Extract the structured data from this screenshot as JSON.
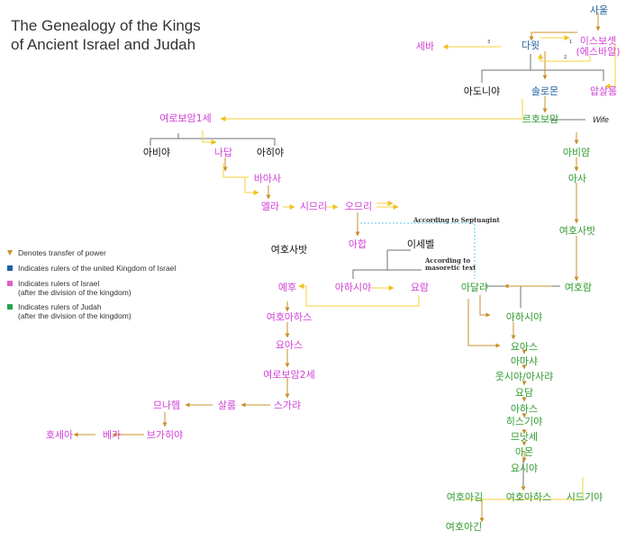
{
  "title": {
    "line1": "The Genealogy of the Kings",
    "line2": "of Ancient Israel and Judah"
  },
  "colors": {
    "united": "#1f5fa0",
    "israel": "#d13fd8",
    "judah": "#2e9a2e",
    "other": "#111111",
    "power": "#c8902a",
    "lineage": "#707070",
    "israel_link": "#f5d23b",
    "septuagint": "#5ec8f0"
  },
  "legend": [
    {
      "marker": "triangle",
      "color": "#c8902a",
      "text": "Denotes transfer of power"
    },
    {
      "marker": "square",
      "color": "#1f5fa0",
      "text": "Indicates rulers of the united Kingdom of Israel"
    },
    {
      "marker": "square",
      "color": "#e060c8",
      "text": "Indicates rulers of Israel\n(after the division of the kingdom)"
    },
    {
      "marker": "square",
      "color": "#2aa050",
      "text": "Indicates rulers of Judah\n(after the division of the kingdom)"
    }
  ],
  "nodes": {
    "saul": "사울",
    "ishbosheth": "이스보셋\n(에스바알)",
    "sheba": "세바",
    "david": "다윗",
    "adonijah": "아도니야",
    "solomon": "솔로몬",
    "absalom": "압살롬",
    "jeroboam1": "여로보암1세",
    "rehoboam": "르호보암",
    "abijah_israel": "아비야",
    "nadab": "나답",
    "ahijah": "아히야",
    "baasha": "바아사",
    "elah": "엘라",
    "zimri": "시므리",
    "omri": "오므리",
    "ahab": "아합",
    "jezebel": "이세벨",
    "ahaziah_israel": "아하시야",
    "jehoram_israel": "요람",
    "jehoshaphat_father": "여호사밧",
    "jehu": "예후",
    "jehoahaz_israel": "여호아하스",
    "joash_israel": "요아스",
    "jeroboam2": "여로보암2세",
    "zechariah": "스가랴",
    "shallum": "살룸",
    "menahem": "므나헴",
    "pekahiah": "브가히야",
    "pekah": "베가",
    "hoshea": "호세아",
    "abijam": "아비얌",
    "asa": "아사",
    "jehoshaphat": "여호사밧",
    "jehoram_judah": "여호람",
    "athaliah": "아달랴",
    "ahaziah_judah": "아하시야",
    "joash_judah": "요아스",
    "amaziah": "아마샤",
    "uzziah": "웃시야/아사랴",
    "jotham": "요담",
    "ahaz": "아하스",
    "hezekiah": "히스기야",
    "manasseh": "므낫세",
    "amon": "아몬",
    "josiah": "요시야",
    "jehoiakim": "여호아김",
    "jehoahaz_judah": "여호아하스",
    "zedekiah": "시드기야",
    "jehoiachin": "여호아긴"
  },
  "labels": {
    "wife": "Wife",
    "septuagint": "According to Septuagint",
    "masoretic": "According to\nmasoretic text",
    "n1": "1",
    "n2": "2",
    "n3": "3"
  }
}
